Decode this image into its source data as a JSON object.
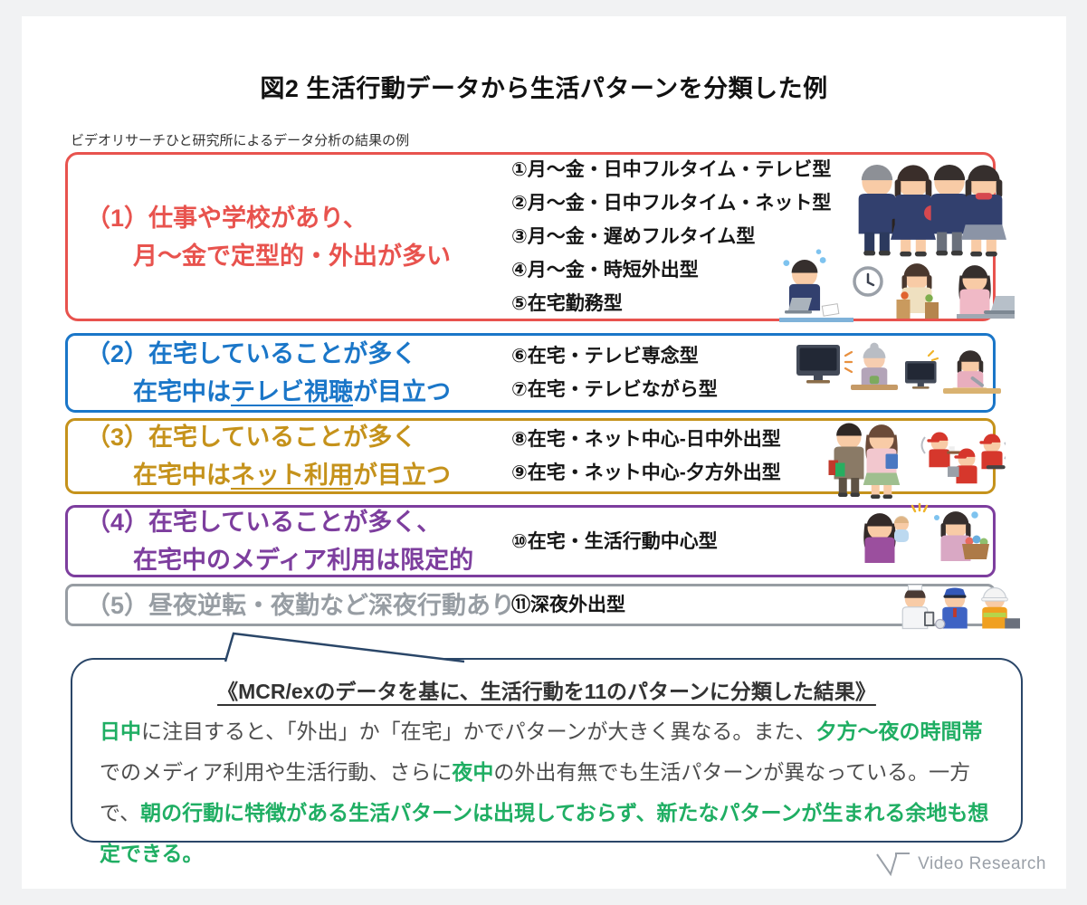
{
  "page": {
    "title": "図2 生活行動データから生活パターンを分類した例",
    "subtitle": "ビデオリサーチひと研究所によるデータ分析の結果の例"
  },
  "categories": [
    {
      "color": "#e8534e",
      "label_line1": "（1）仕事や学校があり、",
      "label_line2_segments": [
        {
          "text": "月～金で定型的・外出が多い"
        }
      ],
      "patterns": [
        "①月～金・日中フルタイム・テレビ型",
        "②月～金・日中フルタイム・ネット型",
        "③月～金・遅めフルタイム型",
        "④月～金・時短外出型",
        "⑤在宅勤務型"
      ],
      "illustrations": [
        "commuters",
        "busy-office-worker",
        "clock",
        "grocery-shopper",
        "woman-at-laptop"
      ]
    },
    {
      "color": "#1a76c8",
      "label_line1": "（2）在宅していることが多く",
      "label_line2_segments": [
        {
          "text": "在宅中は"
        },
        {
          "text": "テレビ視聴",
          "underline": true
        },
        {
          "text": "が目立つ"
        }
      ],
      "patterns": [
        "⑥在宅・テレビ専念型",
        "⑦在宅・テレビながら型"
      ],
      "illustrations": [
        "tv-watching-grandma",
        "cooking-while-tv"
      ]
    },
    {
      "color": "#c5921b",
      "label_line1": "（3）在宅していることが多く",
      "label_line2_segments": [
        {
          "text": "在宅中は"
        },
        {
          "text": "ネット利用",
          "underline": true
        },
        {
          "text": "が目立つ"
        }
      ],
      "patterns": [
        "⑧在宅・ネット中心-日中外出型",
        "⑨在宅・ネット中心-夕方外出型"
      ],
      "illustrations": [
        "couple-with-books",
        "fastfood-workers"
      ]
    },
    {
      "color": "#7d3e9e",
      "label_line1": "（4）在宅していることが多く、",
      "label_line2_segments": [
        {
          "text": "在宅中のメディア利用は限定的"
        }
      ],
      "patterns": [
        "⑩在宅・生活行動中心型"
      ],
      "illustrations": [
        "mother-and-baby",
        "woman-with-laundry"
      ]
    },
    {
      "color": "#979da3",
      "label_line1": "（5）昼夜逆転・夜勤など深夜行動あり",
      "label_line2_segments": [],
      "patterns": [
        "⑪深夜外出型"
      ],
      "illustrations": [
        "nurse",
        "police-officer",
        "construction-worker"
      ]
    }
  ],
  "callout": {
    "heading": "《MCR/exのデータを基に、生活行動を11のパターンに分類した結果》",
    "highlight_color": "#1fae63",
    "segments": [
      {
        "text": "日中",
        "highlight": true
      },
      {
        "text": "に注目すると、「外出」か「在宅」かでパターンが大きく異なる。また、"
      },
      {
        "text": "夕方～夜の時間帯",
        "highlight": true
      },
      {
        "text": "でのメディア利用や生活行動、さらに"
      },
      {
        "text": "夜中",
        "highlight": true
      },
      {
        "text": "の外出有無でも生活パターンが異なっている。一方で、"
      },
      {
        "text": "朝の行動に特徴がある生活パターンは出現しておらず、新たなパターンが生まれる余地も想定できる。",
        "highlight": true
      }
    ]
  },
  "footer": {
    "logo_text": "Video Research"
  }
}
